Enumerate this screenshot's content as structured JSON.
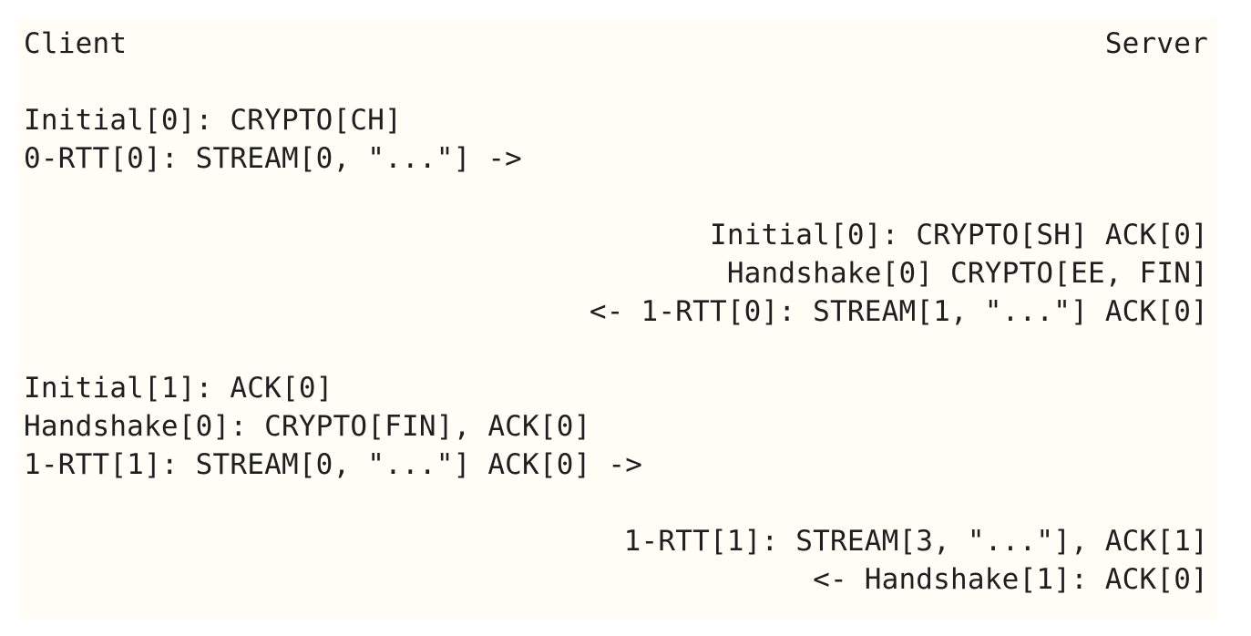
{
  "header": {
    "client_label": "Client",
    "server_label": "Server"
  },
  "exchange": {
    "client_flight_1": [
      "Initial[0]: CRYPTO[CH]",
      "0-RTT[0]: STREAM[0, \"...\"] ->"
    ],
    "server_flight_1": [
      "Initial[0]: CRYPTO[SH] ACK[0]",
      "Handshake[0] CRYPTO[EE, FIN]",
      "<- 1-RTT[0]: STREAM[1, \"...\"] ACK[0]"
    ],
    "client_flight_2": [
      "Initial[1]: ACK[0]",
      "Handshake[0]: CRYPTO[FIN], ACK[0]",
      "1-RTT[1]: STREAM[0, \"...\"] ACK[0] ->"
    ],
    "server_flight_2": [
      "1-RTT[1]: STREAM[3, \"...\"], ACK[1]",
      "<- Handshake[1]: ACK[0]"
    ]
  }
}
